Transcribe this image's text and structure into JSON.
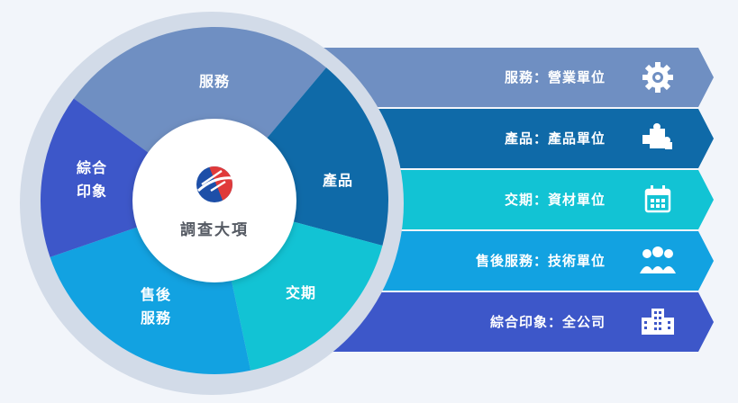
{
  "center": {
    "label": "調查大項"
  },
  "segments": [
    {
      "id": "service",
      "lines": [
        "服務"
      ],
      "color": "#6f8fc2"
    },
    {
      "id": "product",
      "lines": [
        "產品"
      ],
      "color": "#0f6aa8"
    },
    {
      "id": "delivery",
      "lines": [
        "交期"
      ],
      "color": "#12c3d4"
    },
    {
      "id": "aftersale",
      "lines": [
        "售後",
        "服務"
      ],
      "color": "#12a2e1"
    },
    {
      "id": "overall",
      "lines": [
        "綜合",
        "印象"
      ],
      "color": "#3d57c9"
    }
  ],
  "bars": [
    {
      "id": "service",
      "label": "服務：營業單位",
      "icon": "gear-icon",
      "color": "#6f8fc2"
    },
    {
      "id": "product",
      "label": "產品：產品單位",
      "icon": "puzzle-icon",
      "color": "#0f6aa8"
    },
    {
      "id": "delivery",
      "label": "交期：資材單位",
      "icon": "calendar-icon",
      "color": "#12c3d4"
    },
    {
      "id": "aftersale",
      "label": "售後服務：技術單位",
      "icon": "people-icon",
      "color": "#12a2e1"
    },
    {
      "id": "overall",
      "label": "綜合印象：全公司",
      "icon": "building-icon",
      "color": "#3d57c9"
    }
  ]
}
